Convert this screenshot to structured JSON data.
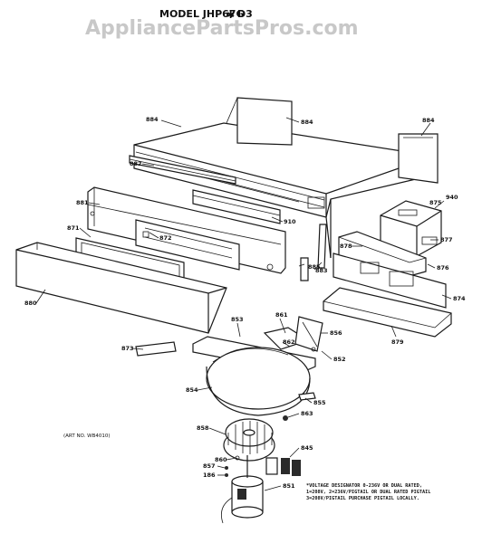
{
  "header": {
    "title": "MODEL JHP67G",
    "title_suffix": "D3",
    "watermark": "AppliancePartsPros.com"
  },
  "reference": "(ART NO. WB4010)",
  "voltage_note": {
    "line1": "*VOLTAGE DESIGNATOR 0-236V OR DUAL RATED,",
    "line2": "1=208V, 2=236V/PIGTAIL OR DUAL RATED PIGTAIL",
    "line3": "3=208V/PIGTAIL PURCHASE PIGTAIL LOCALLY."
  },
  "parts": {
    "p884a": "884",
    "p884b": "884",
    "p884c": "884",
    "p882": "882",
    "p881": "881",
    "p871": "871",
    "p872": "872",
    "p910": "910",
    "p880": "880",
    "p883": "883",
    "p885": "885",
    "p875": "875",
    "p940": "940",
    "p877": "877",
    "p878": "878",
    "p876": "876",
    "p874": "874",
    "p879": "879",
    "p873": "873",
    "p853": "853",
    "p861": "861",
    "p862": "862",
    "p856": "856",
    "p852": "852",
    "p854": "854",
    "p855": "855",
    "p863": "863",
    "p858": "858",
    "p860": "860",
    "p845": "845",
    "p857": "857",
    "p186": "186",
    "p851": "851"
  }
}
